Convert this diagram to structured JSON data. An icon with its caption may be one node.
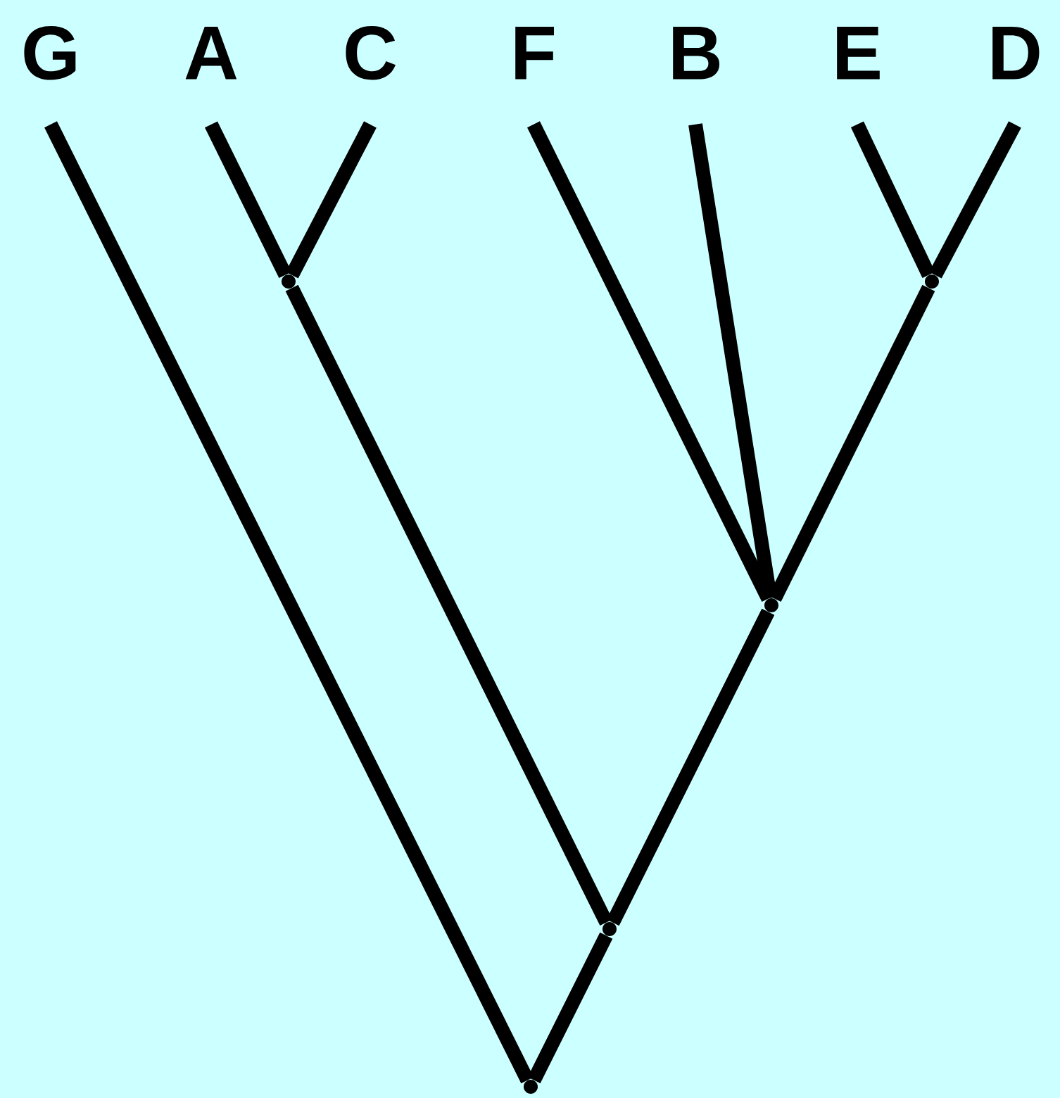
{
  "diagram": {
    "nodes": [
      {
        "text": [
          "G"
        ]
      },
      {
        "text": [
          "A"
        ]
      },
      {
        "text": [
          "C"
        ]
      },
      {
        "text": [
          "F"
        ]
      },
      {
        "text": [
          "B"
        ]
      },
      {
        "text": [
          "E"
        ]
      },
      {
        "text": [
          "D"
        ]
      },
      {
        "text": [],
        "shape": "point"
      },
      {
        "text": [],
        "shape": "point"
      },
      {
        "text": [],
        "shape": "point"
      },
      {
        "text": [],
        "shape": "point"
      },
      {
        "text": [],
        "shape": "point"
      }
    ],
    "edges": [
      {
        "from": 0,
        "to": 11,
        "arrow": "none"
      },
      {
        "from": 1,
        "to": 7,
        "arrow": "none"
      },
      {
        "from": 2,
        "to": 7,
        "arrow": "none"
      },
      {
        "from": 7,
        "to": 10,
        "arrow": "none"
      },
      {
        "from": 3,
        "to": 9,
        "arrow": "none"
      },
      {
        "from": 4,
        "to": 9,
        "arrow": "none"
      },
      {
        "from": 5,
        "to": 8,
        "arrow": "none"
      },
      {
        "from": 6,
        "to": 8,
        "arrow": "none"
      },
      {
        "from": 8,
        "to": 9,
        "arrow": "none"
      },
      {
        "from": 9,
        "to": 10,
        "arrow": "none"
      },
      {
        "from": 10,
        "to": 11,
        "arrow": "none"
      }
    ]
  }
}
